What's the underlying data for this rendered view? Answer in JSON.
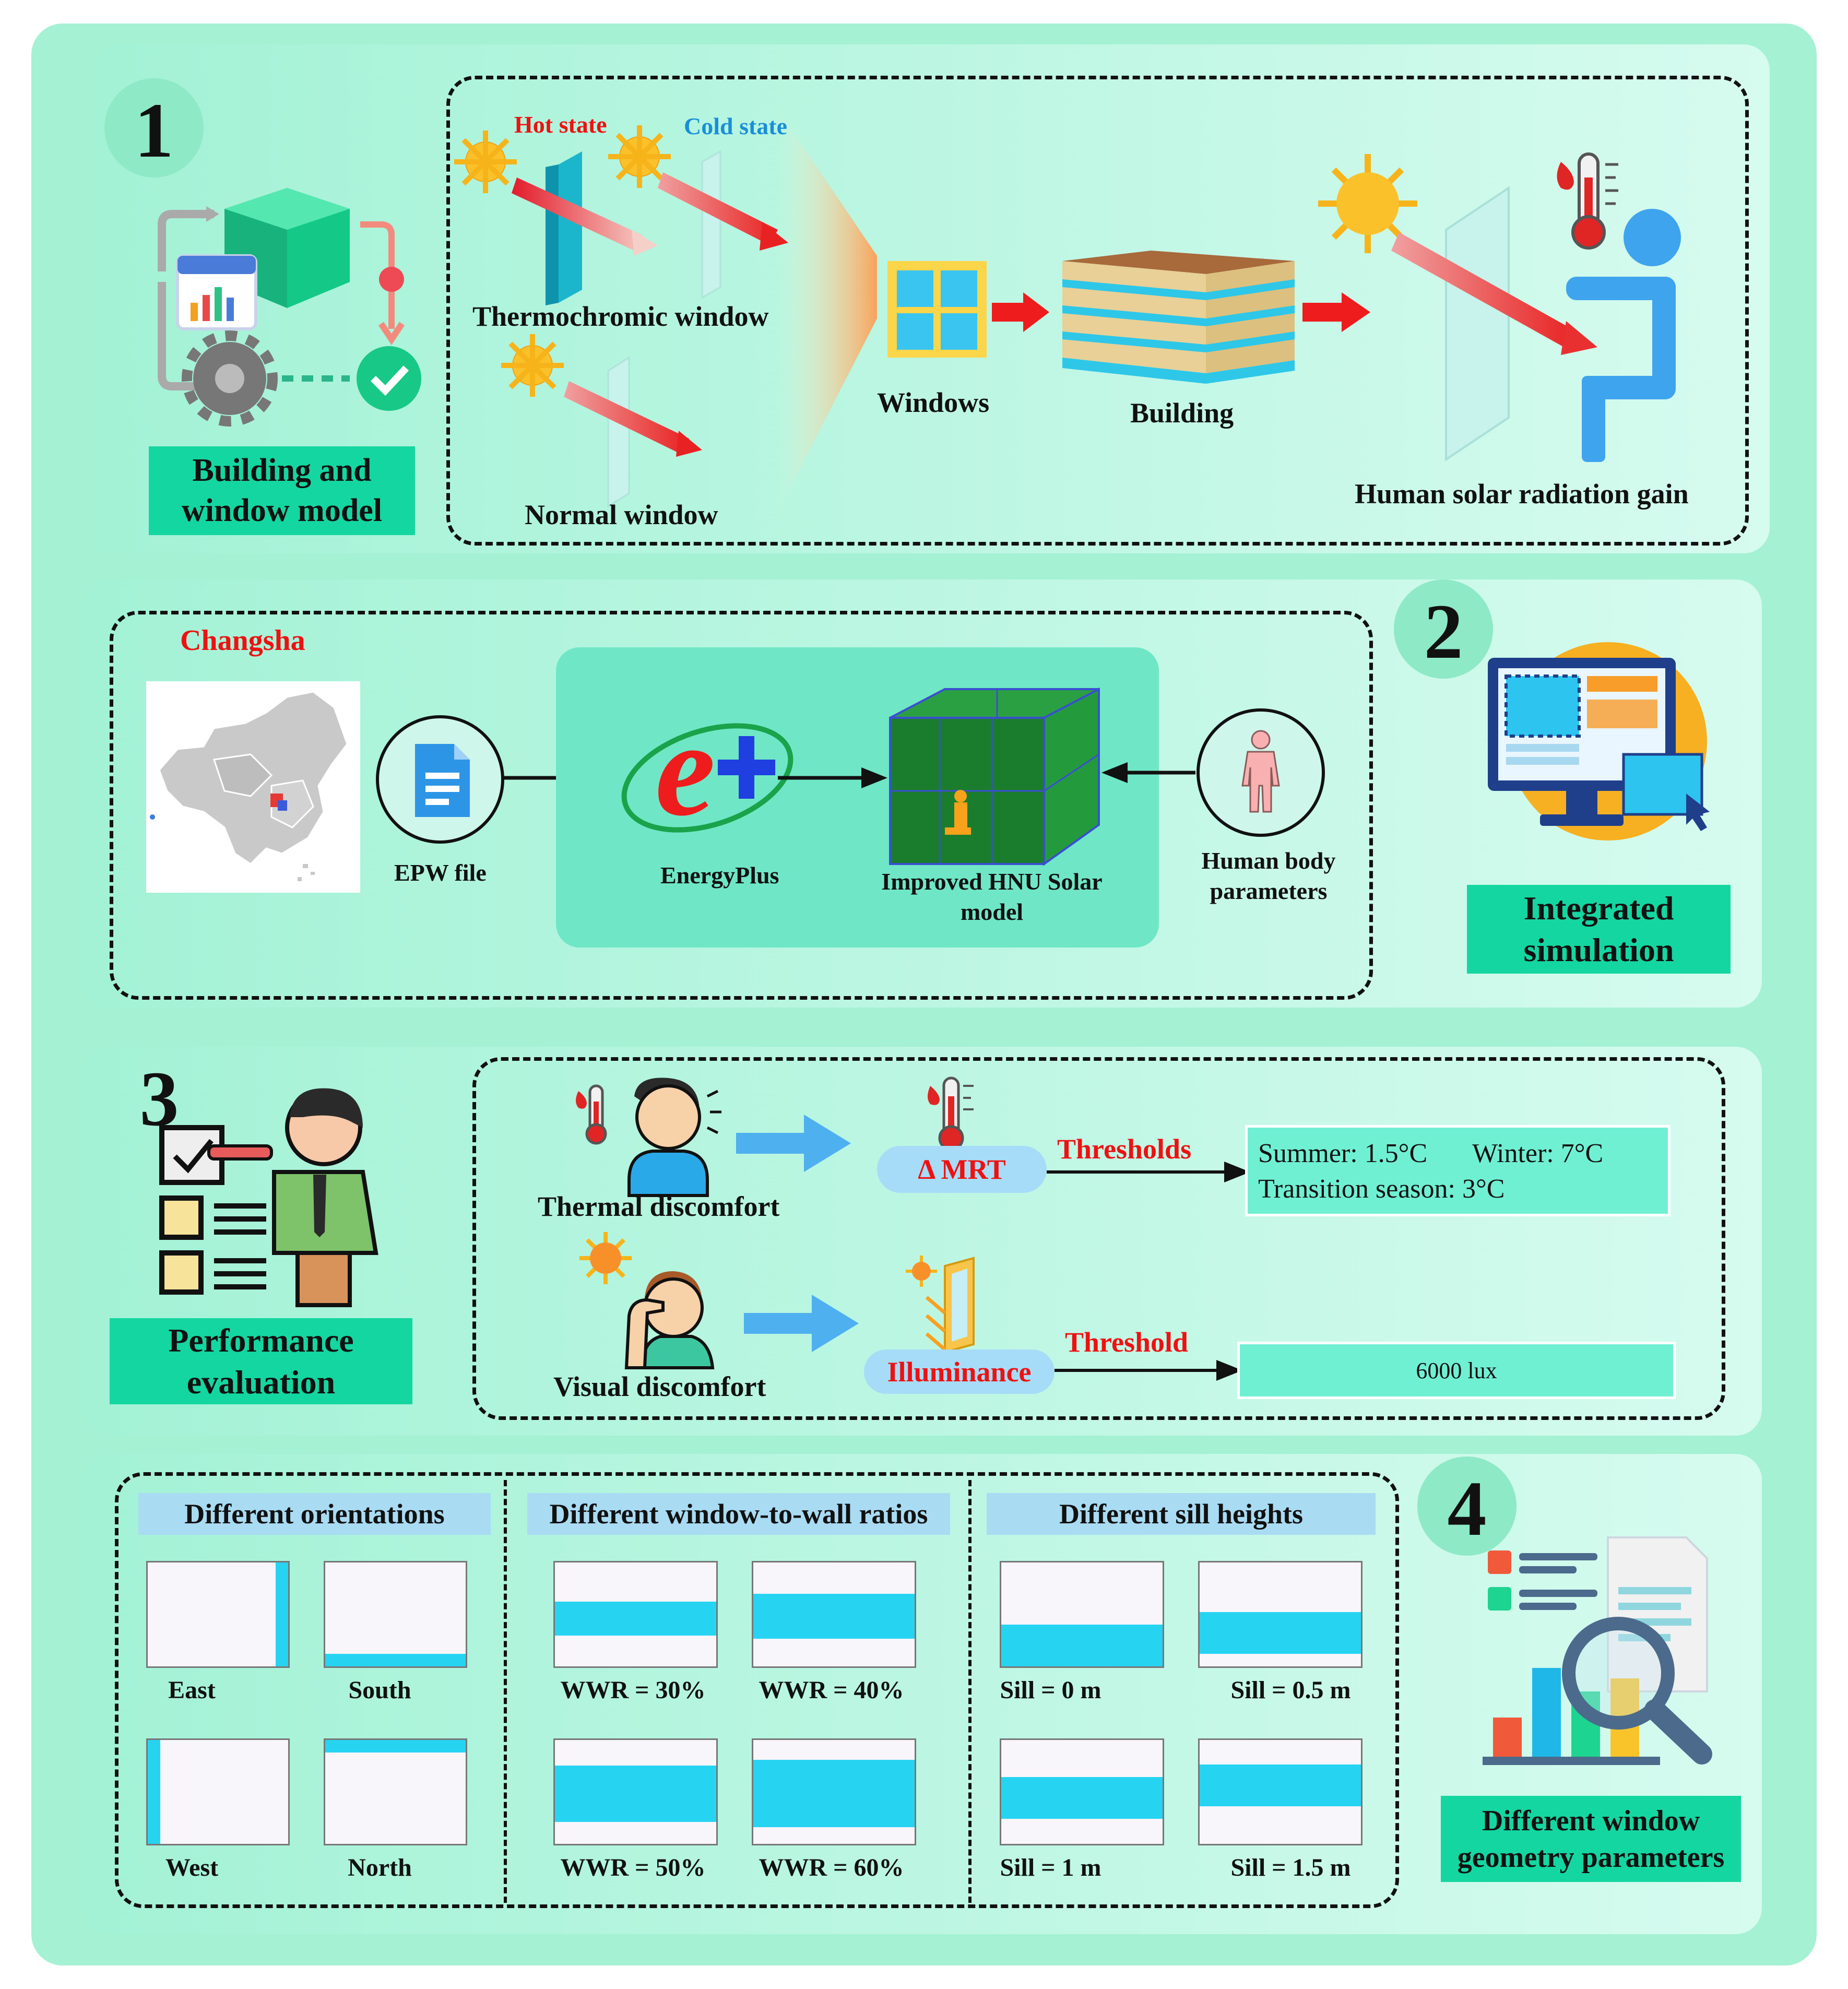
{
  "section1": {
    "number": "1",
    "caption": "Building and window model",
    "hot_state": "Hot state",
    "cold_state": "Cold state",
    "thermochromic_window": "Thermochromic window",
    "normal_window": "Normal window",
    "windows": "Windows",
    "building": "Building",
    "human_gain": "Human solar radiation gain"
  },
  "section2": {
    "number": "2",
    "caption": "Integrated simulation",
    "city": "Changsha",
    "epw": "EPW file",
    "energyplus": "EnergyPlus",
    "hnu": "Improved HNU Solar model",
    "human_body": "Human body parameters"
  },
  "section3": {
    "number": "3",
    "caption": "Performance evaluation",
    "thermal": "Thermal discomfort",
    "visual": "Visual discomfort",
    "mrt": "Δ MRT",
    "illuminance": "Illuminance",
    "thresholds": "Thresholds",
    "threshold": "Threshold",
    "summer": "Summer: 1.5°C",
    "winter": "Winter: 7°C",
    "transition": "Transition season: 3°C",
    "lux": "6000 lux"
  },
  "section4": {
    "number": "4",
    "caption": "Different window geometry parameters",
    "orient_header": "Different orientations",
    "wwr_header": "Different window-to-wall ratios",
    "sill_header": "Different sill heights",
    "orientations": [
      {
        "label": "East",
        "side": "right"
      },
      {
        "label": "South",
        "side": "bottom"
      },
      {
        "label": "West",
        "side": "left"
      },
      {
        "label": "North",
        "side": "top"
      }
    ],
    "wwr": [
      {
        "label": "WWR = 30%",
        "ratio": 0.3
      },
      {
        "label": "WWR = 40%",
        "ratio": 0.4
      },
      {
        "label": "WWR = 50%",
        "ratio": 0.5
      },
      {
        "label": "WWR = 60%",
        "ratio": 0.6
      }
    ],
    "sill": [
      {
        "label": "Sill = 0 m",
        "sill_m": 0
      },
      {
        "label": "Sill = 0.5 m",
        "sill_m": 0.5
      },
      {
        "label": "Sill = 1 m",
        "sill_m": 1
      },
      {
        "label": "Sill = 1.5 m",
        "sill_m": 1.5
      }
    ]
  },
  "colors": {
    "background": "#a4f1d3",
    "caption_fill": "#14d6a0",
    "window_stripe": "#26d4f2",
    "red_label": "#ee1111",
    "blue_label": "#1a8fd8"
  }
}
